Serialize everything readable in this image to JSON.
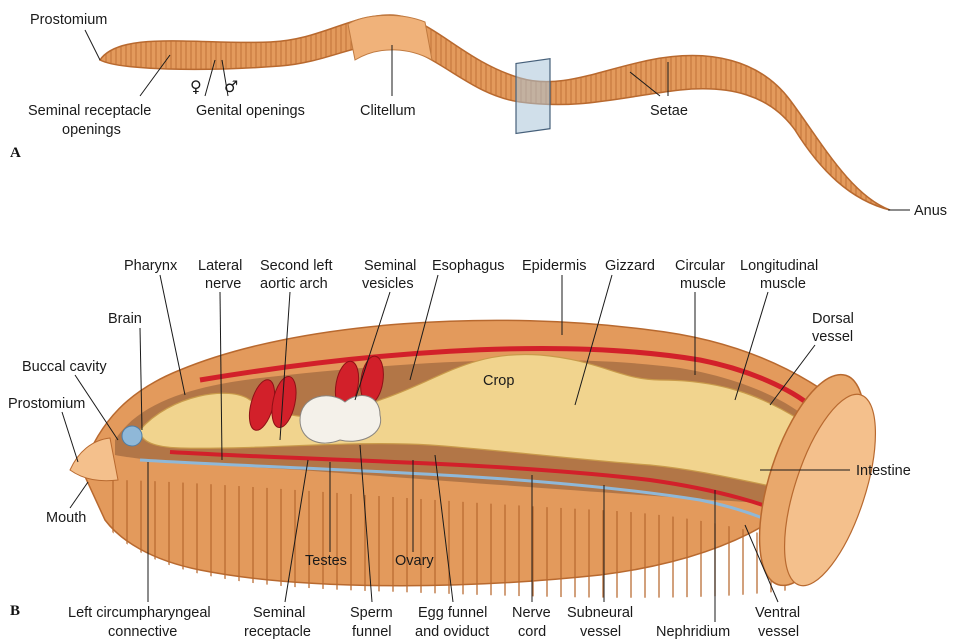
{
  "panels": {
    "a": "A",
    "b": "B"
  },
  "external_labels": {
    "prostomium": "Prostomium",
    "seminal_receptacle_openings": [
      "Seminal receptacle",
      "openings"
    ],
    "female_symbol": "♀",
    "male_symbol": "♂",
    "genital_openings": "Genital openings",
    "clitellum": "Clitellum",
    "setae": "Setae",
    "anus": "Anus"
  },
  "internal_labels": {
    "pharynx": "Pharynx",
    "lateral_nerve": [
      "Lateral",
      "nerve"
    ],
    "second_left_aortic_arch": [
      "Second left",
      "aortic arch"
    ],
    "seminal_vesicles": [
      "Seminal",
      "vesicles"
    ],
    "esophagus": "Esophagus",
    "epidermis": "Epidermis",
    "gizzard": "Gizzard",
    "circular_muscle": [
      "Circular",
      "muscle"
    ],
    "longitudinal_muscle": [
      "Longitudinal",
      "muscle"
    ],
    "brain": "Brain",
    "dorsal_vessel": [
      "Dorsal",
      "vessel"
    ],
    "buccal_cavity": "Buccal cavity",
    "prostomium": "Prostomium",
    "crop": "Crop",
    "intestine": "Intestine",
    "mouth": "Mouth",
    "testes": "Testes",
    "ovary": "Ovary",
    "left_circumpharyngeal_connective": [
      "Left circumpharyngeal",
      "connective"
    ],
    "seminal_receptacle": [
      "Seminal",
      "receptacle"
    ],
    "sperm_funnel": [
      "Sperm",
      "funnel"
    ],
    "egg_funnel_and_oviduct": [
      "Egg funnel",
      "and oviduct"
    ],
    "nerve_cord": [
      "Nerve",
      "cord"
    ],
    "subneural_vessel": [
      "Subneural",
      "vessel"
    ],
    "nephridium": "Nephridium",
    "ventral_vessel": [
      "Ventral",
      "vessel"
    ]
  },
  "colors": {
    "body": "#e39a5c",
    "body_dark": "#b8692f",
    "body_light": "#f4c08c",
    "clitellum": "#f0b27a",
    "gut": "#f1d48e",
    "gut_dark": "#c99a4a",
    "vessel_red": "#d2202a",
    "nerve_blue": "#8fb8d8",
    "seminal_white": "#f4f1ea",
    "glass": "#a9c4d8"
  }
}
